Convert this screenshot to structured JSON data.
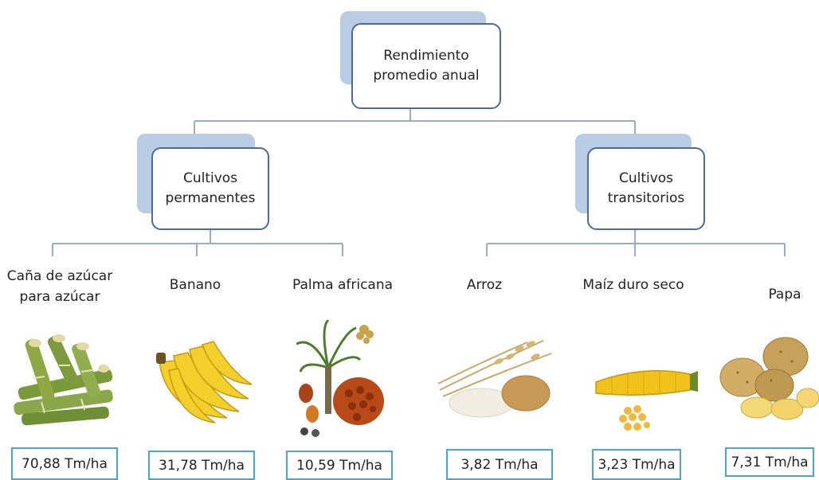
{
  "root": {
    "label": "Rendimiento\npromedio anual"
  },
  "categories": [
    {
      "label": "Cultivos\npermanentes"
    },
    {
      "label": "Cultivos\ntransitorios"
    }
  ],
  "crops": [
    {
      "name": "Caña de azúcar\npara azúcar",
      "value": "70,88 Tm/ha",
      "icon": "sugarcane-image"
    },
    {
      "name": "Banano",
      "value": "31,78 Tm/ha",
      "icon": "banana-image"
    },
    {
      "name": "Palma africana",
      "value": "10,59 Tm/ha",
      "icon": "oil-palm-image"
    },
    {
      "name": "Arroz",
      "value": "3,82 Tm/ha",
      "icon": "rice-image"
    },
    {
      "name": "Maíz duro seco",
      "value": "3,23 Tm/ha",
      "icon": "corn-image"
    },
    {
      "name": "Papa",
      "value": "7,31 Tm/ha",
      "icon": "potato-image"
    }
  ],
  "colors": {
    "node_border": "#4a6aa0",
    "node_shadow": "#b8cce4",
    "value_border": "#4aa7c9",
    "connector": "#9aaac8"
  }
}
